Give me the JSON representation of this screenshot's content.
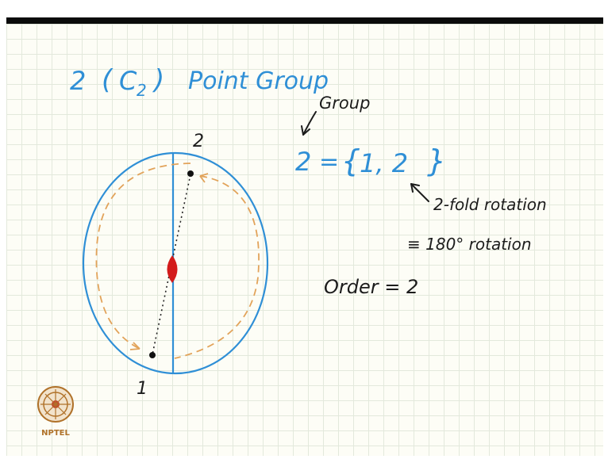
{
  "title": {
    "main": "2",
    "paren_open": "(",
    "symbol": "C",
    "subscript": "2",
    "paren_close": ")",
    "rest": "Point Group"
  },
  "group_label": "Group",
  "equation": {
    "lhs": "2",
    "equals": "=",
    "brace_open": "{",
    "elements": "1, 2",
    "brace_close": "}"
  },
  "annotation": {
    "line1": "2-fold rotation",
    "line2": "≡ 180° rotation"
  },
  "order_text": "Order = 2",
  "diagram": {
    "top_label": "2",
    "bottom_label": "1",
    "circle_color": "#2f8fd6",
    "axis_color": "#2f8fd6",
    "marker_color": "#d31b1b",
    "path_color": "#e2a35a"
  },
  "logo": {
    "text": "NPTEL"
  },
  "colors": {
    "ink_blue": "#2f8fd6",
    "ink_black": "#1c1c1c",
    "header_bar": "#0b0b0b"
  }
}
